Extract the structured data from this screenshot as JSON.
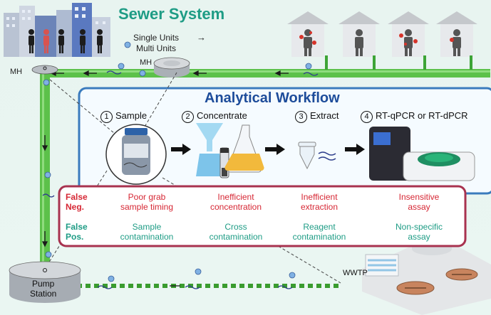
{
  "header": {
    "title": "Sewer System",
    "units_line1": "Single Units",
    "units_line2": "Multi Units",
    "units_arrow": "→",
    "mh_left": "MH",
    "mh_mid": "MH"
  },
  "workflow": {
    "title": "Analytical Workflow",
    "steps": [
      {
        "num": "1",
        "label": "Sample"
      },
      {
        "num": "2",
        "label": "Concentrate"
      },
      {
        "num": "3",
        "label": "Extract"
      },
      {
        "num": "4",
        "label": "RT-qPCR or RT-dPCR"
      }
    ]
  },
  "errors": {
    "false_neg_label": [
      "False",
      "Neg."
    ],
    "false_pos_label": [
      "False",
      "Pos."
    ],
    "false_neg": [
      [
        "Poor grab",
        "sample timing"
      ],
      [
        "Inefficient",
        "concentration"
      ],
      [
        "Inefficient",
        "extraction"
      ],
      [
        "Insensitive",
        "assay"
      ]
    ],
    "false_pos": [
      [
        "Sample",
        "contamination"
      ],
      [
        "Cross",
        "contamination"
      ],
      [
        "Reagent",
        "contamination"
      ],
      [
        "Non-specific",
        "assay"
      ]
    ]
  },
  "bottom": {
    "pump_line1": "Pump",
    "pump_line2": "Station",
    "wwtp": "WWTP"
  },
  "colors": {
    "pipe_green": "#5cc14a",
    "workflow_border": "#3a7bbd",
    "error_border": "#a8324f",
    "false_neg": "#d62734",
    "false_pos": "#1e9c85",
    "title_teal": "#1e9c85",
    "workflow_title": "#1d4c9a"
  }
}
